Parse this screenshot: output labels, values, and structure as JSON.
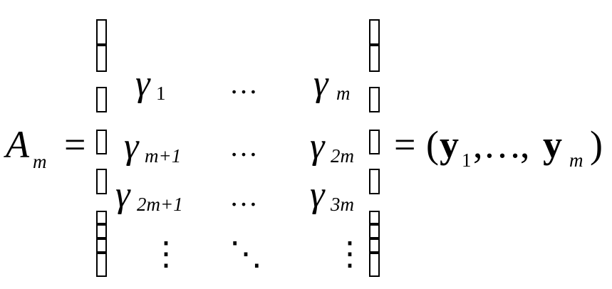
{
  "lhs": {
    "symbol": "A",
    "subscript": "m"
  },
  "equals": "=",
  "matrix": {
    "rows": [
      [
        {
          "sym": "γ",
          "sub": "1"
        },
        {
          "sym": "…"
        },
        {
          "sym": "γ",
          "sub": "m"
        }
      ],
      [
        {
          "sym": "γ",
          "sub": "m+1"
        },
        {
          "sym": "…"
        },
        {
          "sym": "γ",
          "sub": "2m"
        }
      ],
      [
        {
          "sym": "γ",
          "sub": "2m+1"
        },
        {
          "sym": "…"
        },
        {
          "sym": "γ",
          "sub": "3m"
        }
      ],
      [
        {
          "sym": "⋮"
        },
        {
          "sym": "⋱"
        },
        {
          "sym": "⋮"
        }
      ]
    ]
  },
  "rhs": {
    "open": "(",
    "first": "y",
    "first_sub": "1",
    "sep1": ",",
    "ellipsis": "…",
    "sep2": ",",
    "last": "y",
    "last_sub": "m",
    "close": ")"
  }
}
